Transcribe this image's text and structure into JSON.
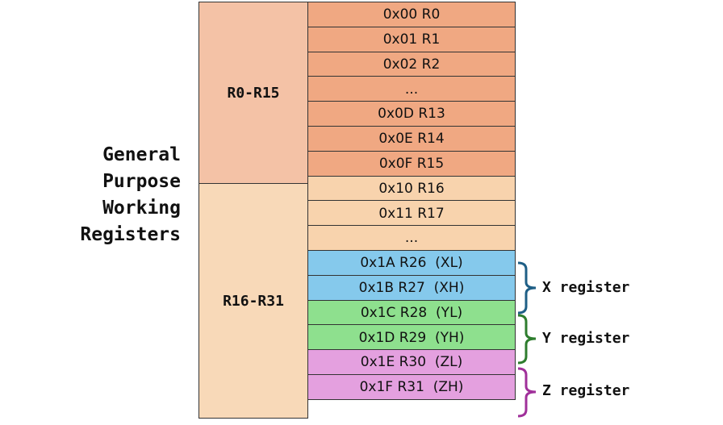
{
  "title_lines": [
    "General",
    "Purpose",
    "Working",
    "Registers"
  ],
  "groups": {
    "low": "R0-R15",
    "high": "R16-R31"
  },
  "registers": [
    {
      "label": "0x00 R0",
      "color": "#f0a882"
    },
    {
      "label": "0x01 R1",
      "color": "#f0a882"
    },
    {
      "label": "0x02 R2",
      "color": "#f0a882"
    },
    {
      "label": "...",
      "color": "#f0a882"
    },
    {
      "label": "0x0D R13",
      "color": "#f0a882"
    },
    {
      "label": "0x0E R14",
      "color": "#f0a882"
    },
    {
      "label": "0x0F R15",
      "color": "#f0a882"
    },
    {
      "label": "0x10 R16",
      "color": "#f8d3ad"
    },
    {
      "label": "0x11 R17",
      "color": "#f8d3ad"
    },
    {
      "label": "...",
      "color": "#f8d3ad"
    },
    {
      "label": "0x1A R26  (XL)",
      "color": "#85c9ec"
    },
    {
      "label": "0x1B R27  (XH)",
      "color": "#85c9ec"
    },
    {
      "label": "0x1C R28  (YL)",
      "color": "#8ee08e"
    },
    {
      "label": "0x1D R29  (YH)",
      "color": "#8ee08e"
    },
    {
      "label": "0x1E R30  (ZL)",
      "color": "#e4a0df"
    },
    {
      "label": "0x1F R31  (ZH)",
      "color": "#e4a0df"
    }
  ],
  "pointer_registers": [
    {
      "label": "X register",
      "color": "#1f5f86"
    },
    {
      "label": "Y register",
      "color": "#2e7d2e"
    },
    {
      "label": "Z register",
      "color": "#a0309a"
    }
  ]
}
